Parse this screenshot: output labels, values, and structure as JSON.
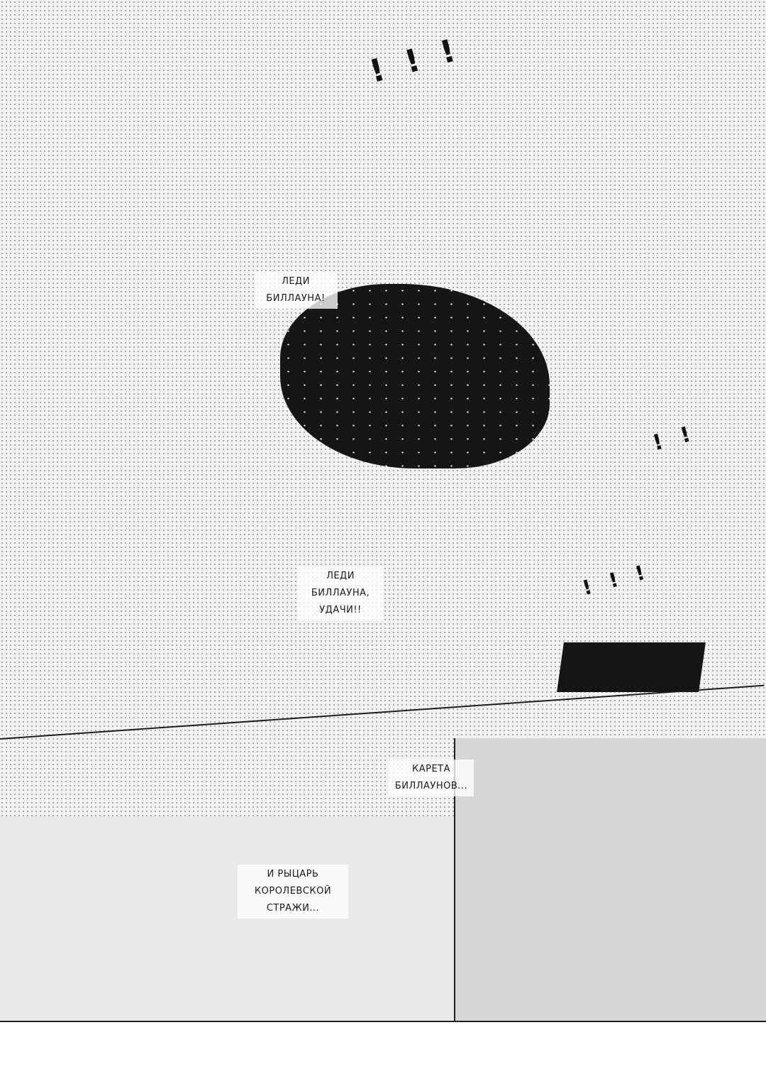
{
  "captions": [
    {
      "lines": [
        "ЛЕДИ",
        "БИЛЛАУНА!"
      ]
    },
    {
      "lines": [
        "ЛЕДИ",
        "БИЛЛАУНА,",
        "УДАЧИ!!"
      ]
    },
    {
      "lines": [
        "КАРЕТА",
        "БИЛЛАУНОВ..."
      ]
    },
    {
      "lines": [
        "И РЫЦАРЬ",
        "КОРОЛЕВСКОЙ",
        "СТРАЖИ..."
      ]
    }
  ]
}
